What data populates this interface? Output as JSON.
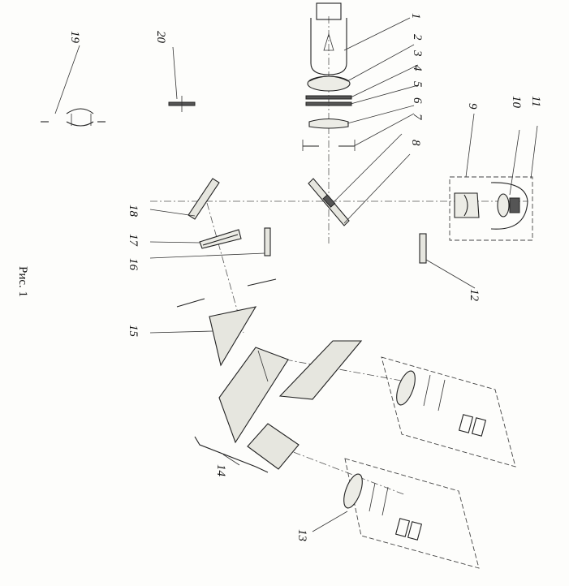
{
  "figure": {
    "caption": "Рис. 1",
    "callouts": {
      "c1": "1",
      "c2": "2",
      "c3": "3",
      "c4": "4",
      "c5": "5",
      "c6": "6",
      "c7": "7",
      "c8": "8",
      "c9": "9",
      "c10": "10",
      "c11": "11",
      "c12": "12",
      "c13": "13",
      "c14": "14",
      "c15": "15",
      "c16": "16",
      "c17": "17",
      "c18": "18",
      "c19": "19",
      "c20": "20"
    }
  }
}
